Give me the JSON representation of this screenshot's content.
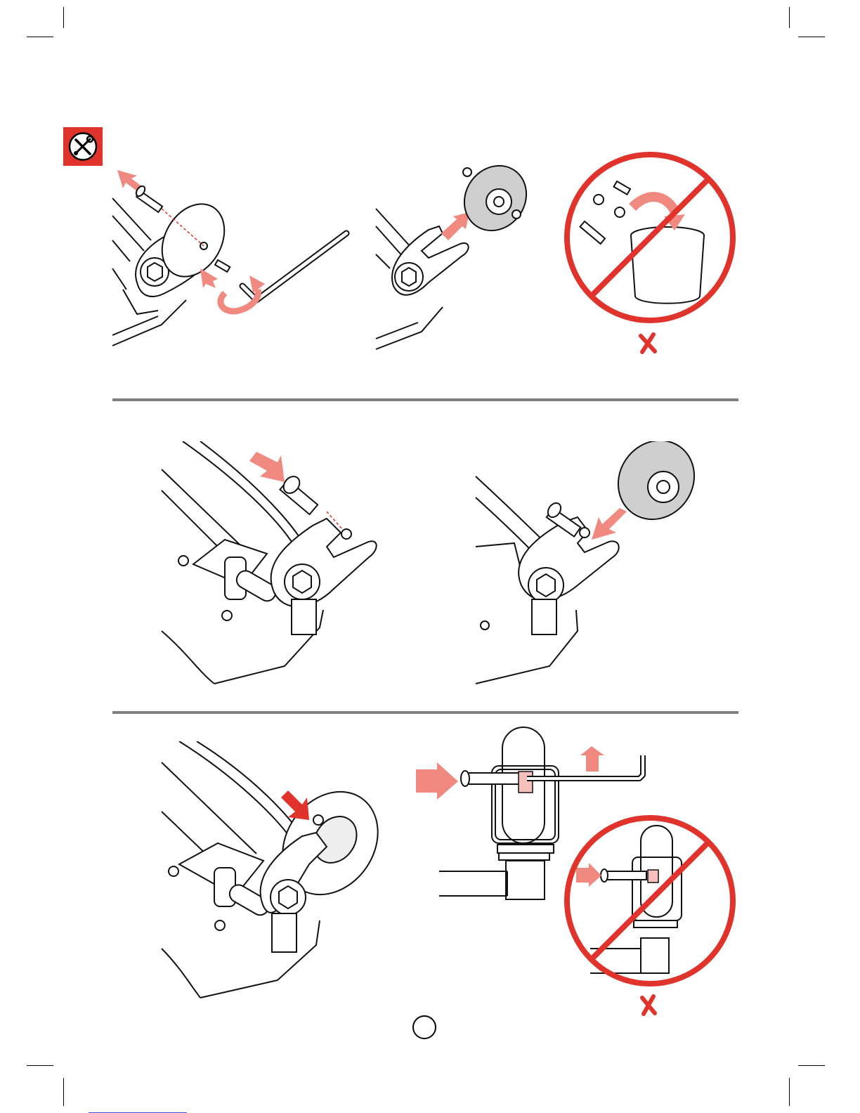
{
  "page": {
    "tool_icon": "wrench-screwdriver-icon",
    "page_number": "",
    "colors": {
      "accent_red": "#e0332b",
      "arrow_pink": "#f08a80",
      "divider_gray": "#808080",
      "line_black": "#111111",
      "wheel_gray": "#cfcfcf"
    },
    "steps": [
      {
        "panel": "remove-axle-bolt",
        "icons": [
          "arrow-out-icon",
          "allen-key-icon",
          "rotate-arrow-icon"
        ]
      },
      {
        "panel": "remove-wheel",
        "icons": [
          "wheel-icon",
          "nut-icon"
        ]
      },
      {
        "panel": "do-not-discard-parts",
        "icons": [
          "prohibited-icon",
          "trash-bin-icon",
          "cross-mark-icon"
        ]
      },
      {
        "panel": "insert-axle-bolt",
        "icons": [
          "arrow-in-icon"
        ]
      },
      {
        "panel": "mount-new-wheel",
        "icons": [
          "wheel-icon",
          "arrow-in-icon"
        ]
      },
      {
        "panel": "tighten-bolt",
        "icons": [
          "arrow-in-icon"
        ]
      },
      {
        "panel": "fit-bolt-correctly",
        "icons": [
          "arrow-in-icon",
          "arrow-up-icon",
          "allen-key-icon"
        ]
      },
      {
        "panel": "do-not-overtighten",
        "icons": [
          "prohibited-icon",
          "cross-mark-icon"
        ]
      }
    ]
  }
}
